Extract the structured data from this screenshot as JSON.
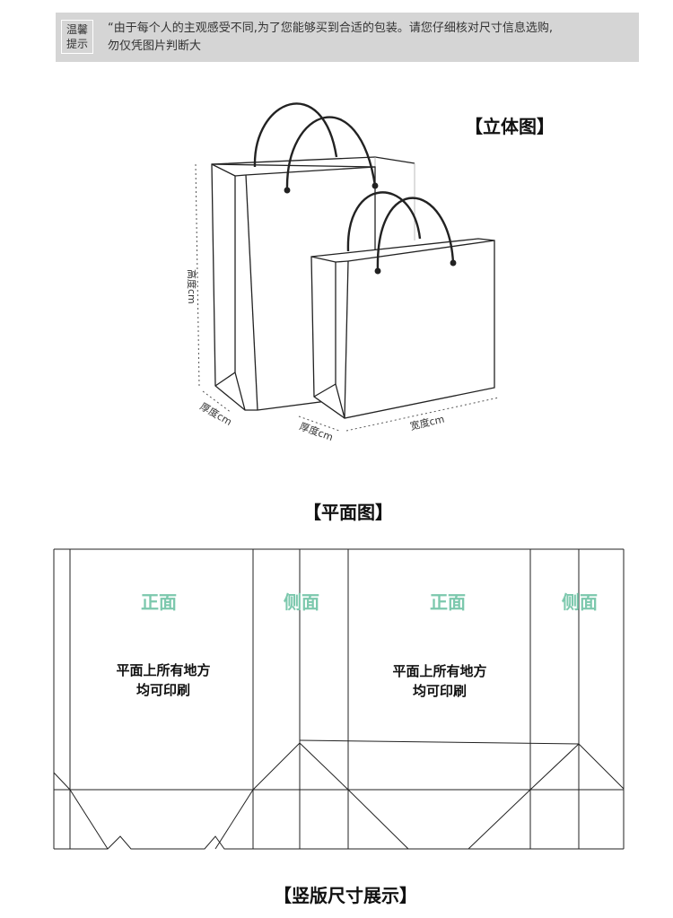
{
  "notice": {
    "tag_line1": "温馨",
    "tag_line2": "提示",
    "text_line1": "“由于每个人的主观感受不同,为了您能够买到合适的包装。请您仔细核对尺寸信息选购,",
    "text_line2": "勿仅凭图片判断大"
  },
  "perspective": {
    "title": "【立体图】",
    "height_label": "高度cm",
    "thickness_label_left": "厚度cm",
    "thickness_label_right": "厚度cm",
    "width_label": "宽度cm"
  },
  "flat": {
    "title": "【平面图】",
    "front_label": "正面",
    "side_label": "侧面",
    "print_line1": "平面上所有地方",
    "print_line2": "均可印刷"
  },
  "bottom_title": "【竖版尺寸展示】",
  "colors": {
    "accent": "#7cc8ad",
    "notice_bg": "#d5d5d5"
  }
}
